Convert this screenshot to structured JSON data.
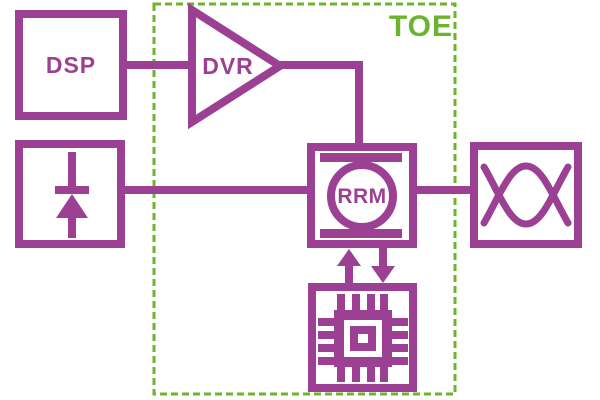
{
  "diagram": {
    "colors": {
      "purple": "#9C4094",
      "green": "#6CB32E",
      "background": "#FFFFFF"
    },
    "container": {
      "label": "TOE"
    },
    "blocks": {
      "dsp": {
        "label": "DSP"
      },
      "driver": {
        "label": "DVR"
      },
      "laser_diode": {
        "icon": "diode-icon"
      },
      "modulator": {
        "label": "RRM"
      },
      "eye_monitor": {
        "icon": "eye-diagram-icon"
      },
      "controller": {
        "icon": "microchip-icon"
      }
    }
  }
}
